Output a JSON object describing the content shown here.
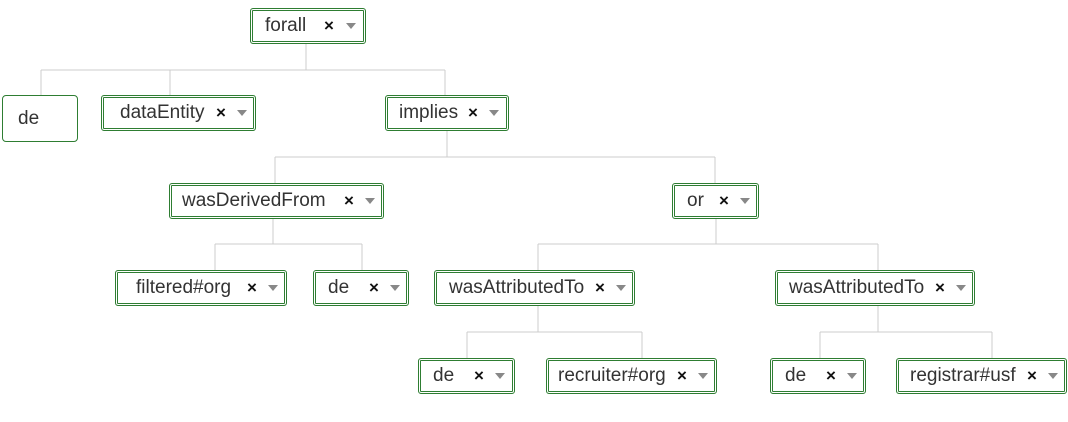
{
  "colors": {
    "node_border": "#2e7d32",
    "connector": "#cccccc",
    "caret": "#888888"
  },
  "tree": {
    "root": "forall",
    "forall_children": {
      "variable": "de",
      "type": "dataEntity",
      "body": "implies"
    },
    "implies_children": {
      "antecedent": "wasDerivedFrom",
      "consequent": "or"
    },
    "wasDerivedFrom_args": [
      "filtered#org",
      "de"
    ],
    "or_children": [
      "wasAttributedTo",
      "wasAttributedTo"
    ],
    "wasAttributedTo_1_args": [
      "de",
      "recruiter#org"
    ],
    "wasAttributedTo_2_args": [
      "de",
      "registrar#usf"
    ]
  },
  "icons": {
    "clear": "×",
    "dropdown": "caret-down-icon"
  }
}
